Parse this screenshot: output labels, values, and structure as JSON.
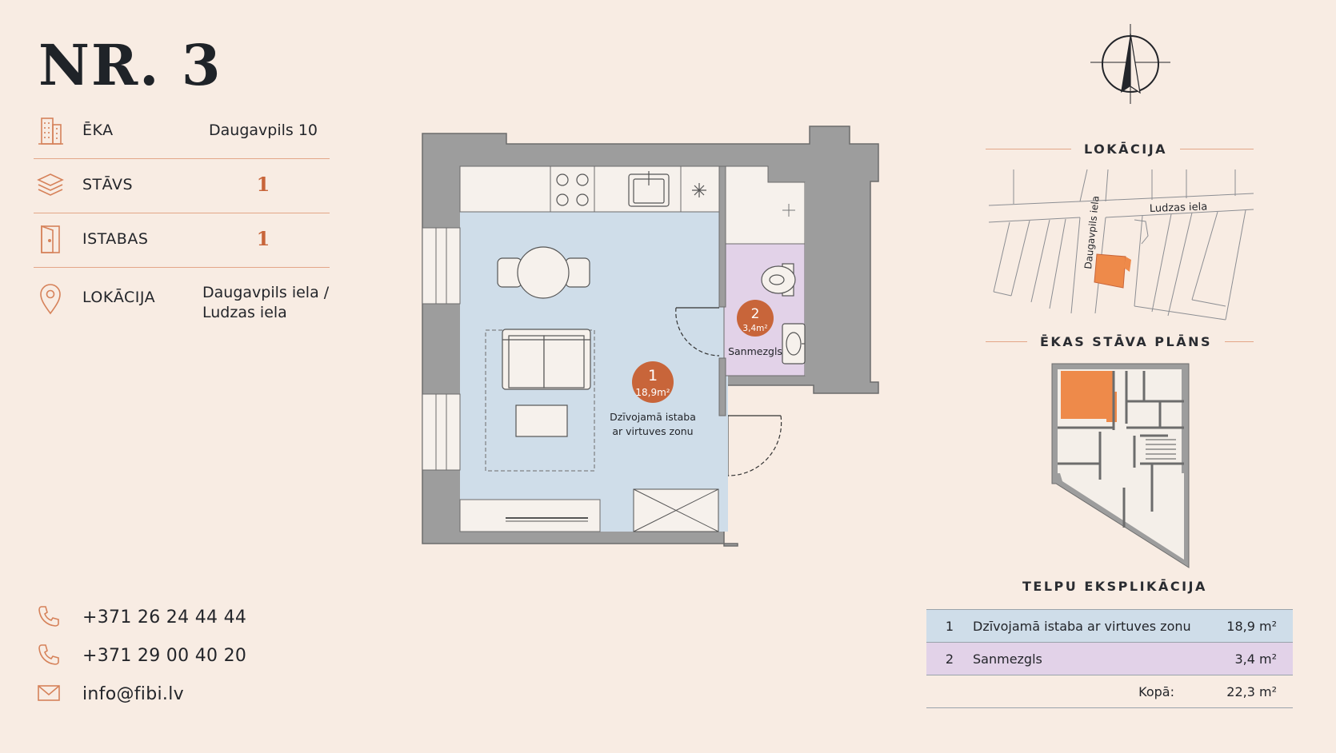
{
  "apartment": {
    "title": "NR. 3"
  },
  "info": {
    "building": {
      "label": "ĒKA",
      "value": "Daugavpils 10",
      "icon": "building-icon"
    },
    "floor": {
      "label": "STĀVS",
      "value": "1",
      "icon": "layers-icon"
    },
    "rooms": {
      "label": "ISTABAS",
      "value": "1",
      "icon": "door-icon"
    },
    "location": {
      "label": "LOKĀCIJA",
      "value_line1": "Daugavpils iela /",
      "value_line2": "Ludzas iela",
      "icon": "map-pin-icon"
    }
  },
  "contacts": {
    "phone1": "+371 26 24 44 44",
    "phone2": "+371 29 00 40 20",
    "email": "info@fibi.lv"
  },
  "plan": {
    "room1": {
      "number": "1",
      "area": "18,9m²",
      "name_line1": "Dzīvojamā istaba",
      "name_line2": "ar virtuves zonu"
    },
    "room2": {
      "number": "2",
      "area": "3,4m²",
      "name": "Sanmezgls"
    }
  },
  "location_map": {
    "heading": "LOKĀCIJA",
    "street1": "Ludzas iela",
    "street2": "Daugavpils iela"
  },
  "floor_plan": {
    "heading": "ĒKAS STĀVA PLĀNS"
  },
  "explication": {
    "heading": "TELPU EKSPLIKĀCIJA",
    "rows": [
      {
        "number": "1",
        "name": "Dzīvojamā istaba ar virtuves zonu",
        "area": "18,9 m²"
      },
      {
        "number": "2",
        "name": "Sanmezgls",
        "area": "3,4 m²"
      }
    ],
    "total_label": "Kopā:",
    "total_area": "22,3 m²"
  },
  "colors": {
    "background": "#f8ece3",
    "accent": "#c8653a",
    "highlight": "#ee8a4a",
    "living_room": "#cfdde9",
    "bathroom": "#e2d2e8",
    "wall": "#9d9d9d"
  }
}
